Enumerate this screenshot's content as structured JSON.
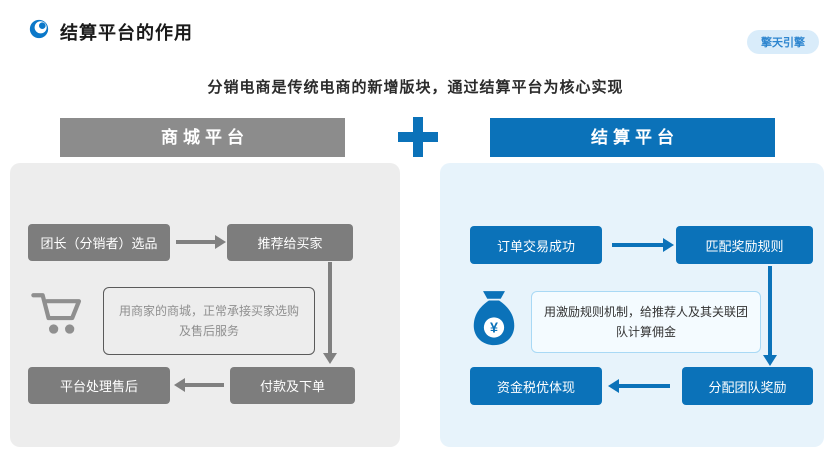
{
  "colors": {
    "blue": "#0b72b9",
    "gray": "#808080",
    "node-gray": "#7d7d7d",
    "header-gray": "#8c8c8c",
    "panel-gray": "#ededed",
    "panel-blue": "#e7f3fb",
    "badge-bg": "#d9ecfa",
    "badge-text": "#2e86cf",
    "note-border-blue": "#a9d9f5",
    "note-bg-blue": "#f4fbff",
    "note-text-gray": "#8f8f8f"
  },
  "header": {
    "title": "结算平台的作用",
    "badge": "擎天引擎",
    "logo_icon": "ring-logo-icon"
  },
  "subtitle": "分销电商是传统电商的新增版块，通过结算平台为核心实现",
  "plus_icon": "plus-icon",
  "mall": {
    "header": "商城平台",
    "step1": "团长（分销者）选品",
    "step2": "推荐给买家",
    "note": "用商家的商城，正常承接买家选购及售后服务",
    "step3": "付款及下单",
    "step4": "平台处理售后",
    "cart_icon": "shopping-cart-icon"
  },
  "settle": {
    "header": "结算平台",
    "step1": "订单交易成功",
    "step2": "匹配奖励规则",
    "note": "用激励规则机制，给推荐人及其关联团队计算佣金",
    "step3": "分配团队奖励",
    "step4": "资金税优体现",
    "money_icon": "money-bag-icon",
    "yen": "¥"
  }
}
